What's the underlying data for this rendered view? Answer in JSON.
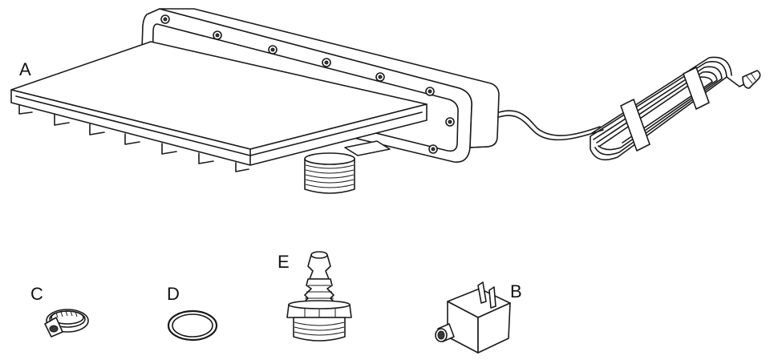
{
  "labels": {
    "a": "A",
    "b": "B",
    "c": "C",
    "d": "D",
    "e": "E"
  },
  "parts": [
    {
      "key": "a",
      "icon": "waterfall-spillway-with-cord"
    },
    {
      "key": "b",
      "icon": "power-adapter-plug"
    },
    {
      "key": "c",
      "icon": "hose-clamp"
    },
    {
      "key": "d",
      "icon": "o-ring-gasket"
    },
    {
      "key": "e",
      "icon": "threaded-hose-barb-fitting"
    }
  ]
}
